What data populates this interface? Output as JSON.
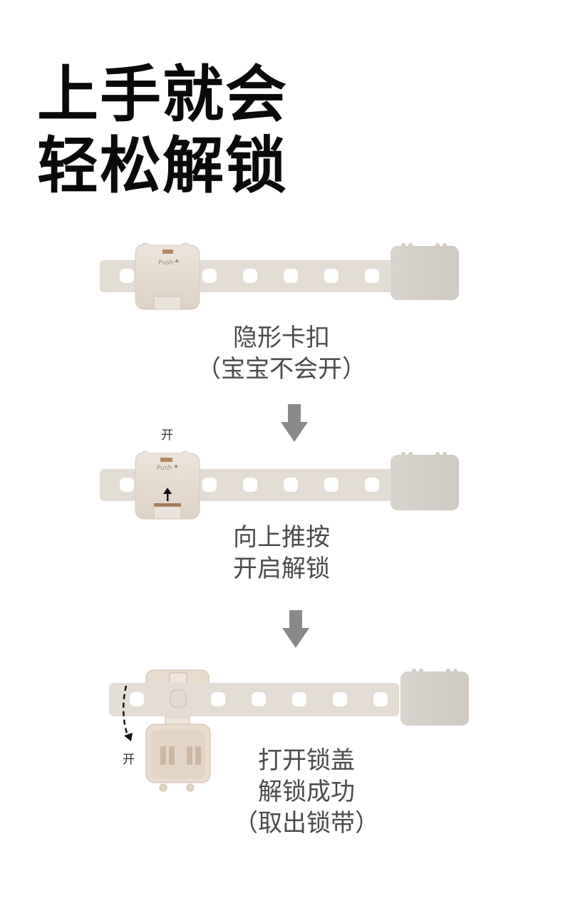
{
  "headline": {
    "line1": "上手就会",
    "line2": "轻松解锁"
  },
  "steps": [
    {
      "product_label": "Push",
      "caption_lines": [
        "隐形卡扣",
        "（宝宝不会开）"
      ]
    },
    {
      "product_label": "Push",
      "side_label": "开",
      "caption_lines": [
        "向上推按",
        "开启解锁"
      ]
    },
    {
      "side_label": "开",
      "caption_lines": [
        "打开锁盖",
        "解锁成功",
        "（取出锁带）"
      ]
    }
  ],
  "colors": {
    "strap": "#e3ddd6",
    "buckle": "#e6ddd4",
    "arrow": "#8a8a8a",
    "headline": "#0a0a0a",
    "caption": "#4b4b4b"
  }
}
